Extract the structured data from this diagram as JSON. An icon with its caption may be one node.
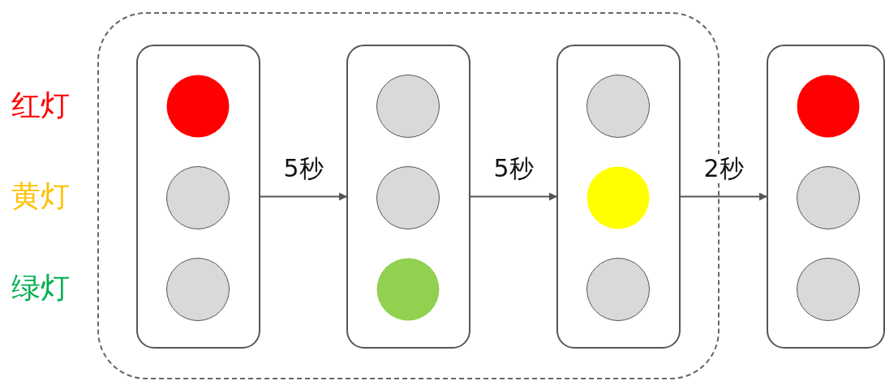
{
  "diagram": {
    "nodes": [
      {
        "text": [],
        "shape": "box"
      },
      {
        "text": [],
        "shape": "box",
        "in": 0
      },
      {
        "text": [],
        "shape": "circle",
        "in": 1
      },
      {
        "text": [],
        "shape": "circle",
        "in": 1
      },
      {
        "text": [],
        "shape": "circle",
        "in": 1
      },
      {
        "text": [],
        "shape": "box",
        "in": 0
      },
      {
        "text": [],
        "shape": "circle",
        "in": 5
      },
      {
        "text": [],
        "shape": "circle",
        "in": 5
      },
      {
        "text": [],
        "shape": "circle",
        "in": 5
      },
      {
        "text": [],
        "shape": "box",
        "in": 0
      },
      {
        "text": [],
        "shape": "circle",
        "in": 9
      },
      {
        "text": [],
        "shape": "circle",
        "in": 9
      },
      {
        "text": [],
        "shape": "circle",
        "in": 9
      },
      {
        "text": [],
        "shape": "box"
      },
      {
        "text": [],
        "shape": "circle",
        "in": 13
      },
      {
        "text": [],
        "shape": "circle",
        "in": 13
      },
      {
        "text": [],
        "shape": "circle",
        "in": 13
      }
    ],
    "edges": [
      {
        "from": 1,
        "to": 5,
        "arrow": "to",
        "label": "5秒"
      },
      {
        "from": 5,
        "to": 9,
        "arrow": "to",
        "label": "5秒"
      },
      {
        "from": 9,
        "to": 13,
        "arrow": "to",
        "label": "2秒"
      }
    ],
    "labels": [
      "红灯",
      "黄灯",
      "绿灯"
    ]
  }
}
